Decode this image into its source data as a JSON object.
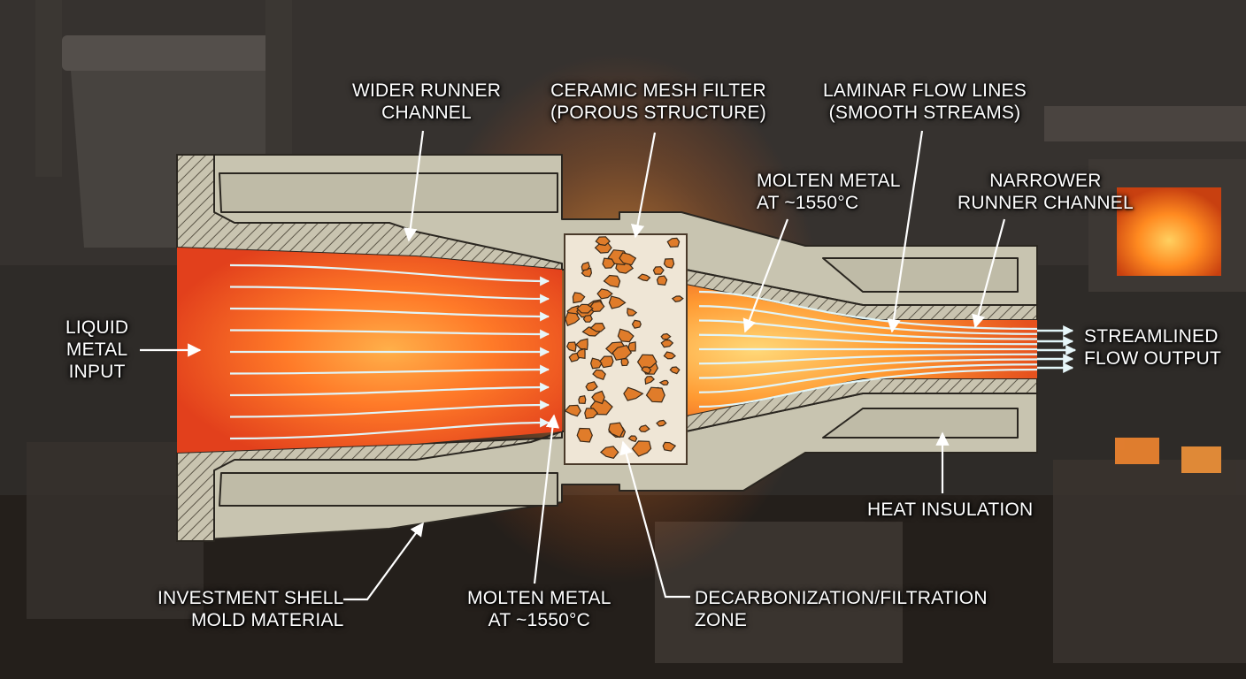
{
  "title": "Ceramic foam filter in a casting runner system",
  "colors": {
    "molten_core": "#ffd36a",
    "molten_mid": "#ff8a2a",
    "molten_edge": "#e8401c",
    "shell": "#c9c5b2",
    "shell_stroke": "#2a2620",
    "flow_line": "#dff3f6",
    "filter_base": "#efe6d6",
    "filter_pore": "#e07c2a"
  },
  "labels": {
    "wider_runner": [
      "WIDER RUNNER",
      "CHANNEL"
    ],
    "ceramic_filter": [
      "CERAMIC MESH FILTER",
      "(POROUS STRUCTURE)"
    ],
    "laminar_flow": [
      "LAMINAR FLOW LINES",
      "(SMOOTH STREAMS)"
    ],
    "molten_top": [
      "MOLTEN METAL",
      "AT ~1550°C"
    ],
    "narrower_runner": [
      "NARROWER",
      "RUNNER CHANNEL"
    ],
    "liquid_input": [
      "LIQUID",
      "METAL",
      "INPUT"
    ],
    "streamlined_output": [
      "STREAMLINED",
      "FLOW OUTPUT"
    ],
    "heat_insulation": [
      "HEAT INSULATION"
    ],
    "investment_shell": [
      "INVESTMENT SHELL",
      "MOLD MATERIAL"
    ],
    "molten_bottom": [
      "MOLTEN METAL",
      "AT ~1550°C"
    ],
    "decarb_zone": [
      "DECARBONIZATION/FILTRATION",
      "ZONE"
    ]
  }
}
